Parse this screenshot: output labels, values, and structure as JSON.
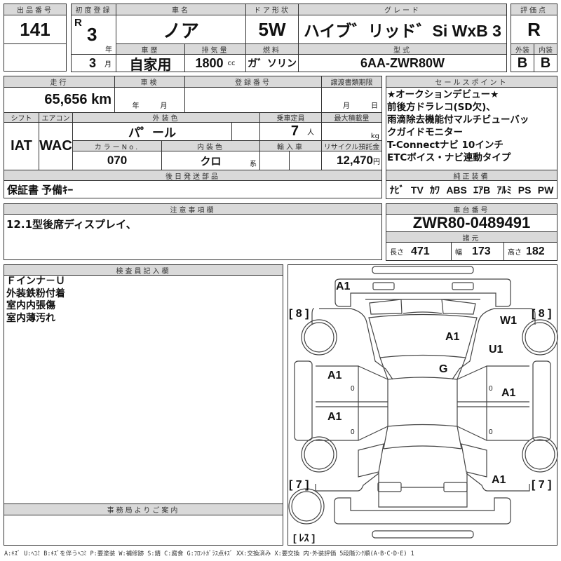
{
  "header": {
    "lot_label": "出品番号",
    "lot_number": "141",
    "first_reg_label": "初度登録",
    "era": "R",
    "year": "3",
    "year_unit": "年",
    "month": "3",
    "month_unit": "月",
    "car_name_label": "車名",
    "car_name": "ノア",
    "door_label": "ドア形状",
    "door": "5W",
    "grade_label": "グレード",
    "grade": "ハイブ゛リッド゛Si WxB 3",
    "history_label": "車歴",
    "history": "自家用",
    "displacement_label": "排気量",
    "displacement": "1800",
    "displacement_unit": "cc",
    "fuel_label": "燃料",
    "fuel": "ガ゛ソリン",
    "model_label": "型式",
    "model": "6AA-ZWR80W",
    "score_label": "評価点",
    "score": "R",
    "exterior_label": "外装",
    "exterior": "B",
    "interior_label": "内装",
    "interior": "B"
  },
  "details": {
    "mileage_label": "走行",
    "mileage": "65,656 km",
    "inspection_label": "車検",
    "inspection_year_unit": "年",
    "inspection_month_unit": "月",
    "reg_number_label": "登録番号",
    "transfer_label": "譲渡書類期限",
    "transfer_month_unit": "月",
    "transfer_day_unit": "日",
    "shift_label": "シフト",
    "shift": "IAT",
    "ac_label": "エアコン",
    "ac": "WAC",
    "color_label": "外装色",
    "color": "パ゜ール",
    "capacity_label": "乗車定員",
    "capacity": "7",
    "capacity_unit": "人",
    "max_load_label": "最大積載量",
    "max_load_unit": "kg",
    "color_no_label": "カラーNo.",
    "color_no": "070",
    "interior_color_label": "内装色",
    "interior_color": "クロ",
    "interior_color_unit": "系",
    "import_label": "輸入車",
    "recycle_label": "リサイクル預託金",
    "recycle": "12,470",
    "recycle_unit": "円",
    "parts_label": "後日発送部品",
    "parts": "保証書 予備ｷｰ"
  },
  "sales": {
    "label": "セールスポイント",
    "lines": [
      "★オークションデビュー★",
      "前後方ドラレコ(SD欠)、",
      "雨滴除去機能付マルチビューバッ",
      "クガイドモニター",
      "T-Connectナビ 10インチ",
      "ETCボイス・ナビ連動タイプ"
    ],
    "equipment_label": "純正装備",
    "equipment": [
      "ﾅﾋﾞ",
      "TV",
      "ｶﾜ",
      "ABS",
      "ｴｱB",
      "ｱﾙﾐ",
      "PS",
      "PW"
    ]
  },
  "chassis": {
    "label": "車台番号",
    "number": "ZWR80-0489491",
    "spec_label": "諸元",
    "length_label": "長さ",
    "length": "471",
    "width_label": "幅",
    "width": "173",
    "height_label": "高さ",
    "height": "182"
  },
  "notes": {
    "caution_label": "注意事項欄",
    "caution": "12.1型後席ディスプレイ、",
    "inspector_label": "検査員記入欄",
    "inspector_lines": [
      "Ｆインナ－Ｕ",
      "外装鉄粉付着",
      "室内内張傷",
      "室内薄汚れ"
    ],
    "office_label": "事務局よりご案内"
  },
  "diagram": {
    "marks": [
      "A1",
      "W1",
      "A1",
      "U1",
      "G",
      "A1",
      "0",
      "0",
      "A1",
      "A1",
      "0",
      "0",
      "A1"
    ],
    "tread_fl": "[ 8 ]",
    "tread_fr": "[ 8 ]",
    "tread_rl": "[ 7 ]",
    "tread_rr": "[ 7 ]",
    "spare": "[ ﾚｽ ]"
  },
  "legend": "A:ｷｽﾞ U:ﾍｺﾐ B:ｷｽﾞを伴うﾍｺﾐ P:要塗装 W:補修跡 S:錆 C:腐食 G:ﾌﾛﾝﾄｶﾞﾗｽ点ｷｽﾞ XX:交換済み X:要交換  内･外装評価  5段階ﾗﾝｸ順(A･B･C･D･E) 1"
}
